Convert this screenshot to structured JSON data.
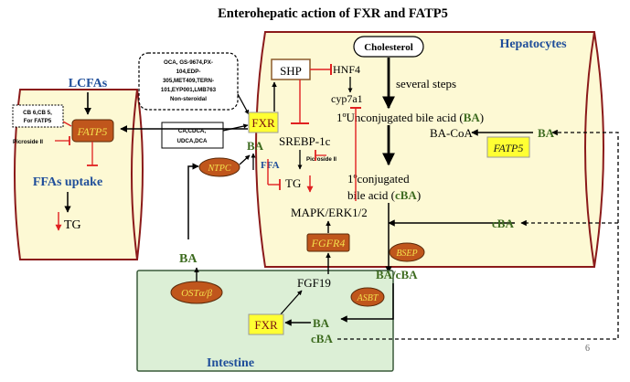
{
  "title": "Enterohepatic action of FXR and FATP5",
  "hepatocytes": {
    "label": "Hepatocytes",
    "cholesterol": "Cholesterol",
    "several_steps": "several steps",
    "unconjugated_prefix": "1ºUnconjugated bile acid (",
    "unconjugated_ba": "BA",
    "unconjugated_suffix": ")",
    "ba_coa": "BA-CoA",
    "ba_right": "BA",
    "fatp5": "FATP5",
    "conjugated_line1": "1ºconjugated",
    "conjugated_line2_prefix": "bile acid (",
    "conjugated_cba": "cBA",
    "conjugated_line2_suffix": ")",
    "cba_right": "cBA",
    "hnf4": "HNF4",
    "cyp7a1": "cyp7a1",
    "shp": "SHP",
    "srebp": "SREBP-1c",
    "tg": "TG",
    "picroside": "Picroside II",
    "mapk": "MAPK/ERK1/2",
    "fgfr4": "FGFR4",
    "bsep": "BSEP",
    "fxr": "FXR",
    "ba_below_fxr": "BA",
    "ffa": "FFA",
    "ntpc": "NTPC"
  },
  "adipocyte": {
    "lcfas": "LCFAs",
    "cb_box_line1": "CB 6,CB 5,",
    "cb_box_line2": "For FATP5",
    "picroside": "Picroside II",
    "fatp5": "FATP5",
    "ffas_uptake": "FFAs uptake",
    "tg": "TG"
  },
  "agonists_box": {
    "lines": [
      "OCA, GS-9674,PX-",
      "104,EDP-",
      "305,MET409,TERN-",
      "101,EYP001,LMB763",
      "Non-steroidal"
    ]
  },
  "bile_acids_box": {
    "line1": "CA,CDCA,",
    "line2": "UDCA,DCA"
  },
  "intestine": {
    "label": "Intestine",
    "ost": "OSTα/β",
    "ba_above_ost": "BA",
    "fgf19": "FGF19",
    "fxr": "FXR",
    "ba": "BA",
    "cba": "cBA",
    "asbt": "ASBT",
    "ba_cba": "BA/cBA"
  },
  "page_number": "6",
  "colors": {
    "cell_fill": "#fdf9d4",
    "cell_stroke": "#8b1a1a",
    "intestine_fill": "#dcefd6",
    "intestine_stroke": "#3a5a3a",
    "transporter_fill": "#c0561c",
    "fxr_fill": "#ffff33",
    "inhibit_red": "#e02020",
    "text_blue": "#1f4e9a",
    "text_green": "#3d6b1f"
  }
}
